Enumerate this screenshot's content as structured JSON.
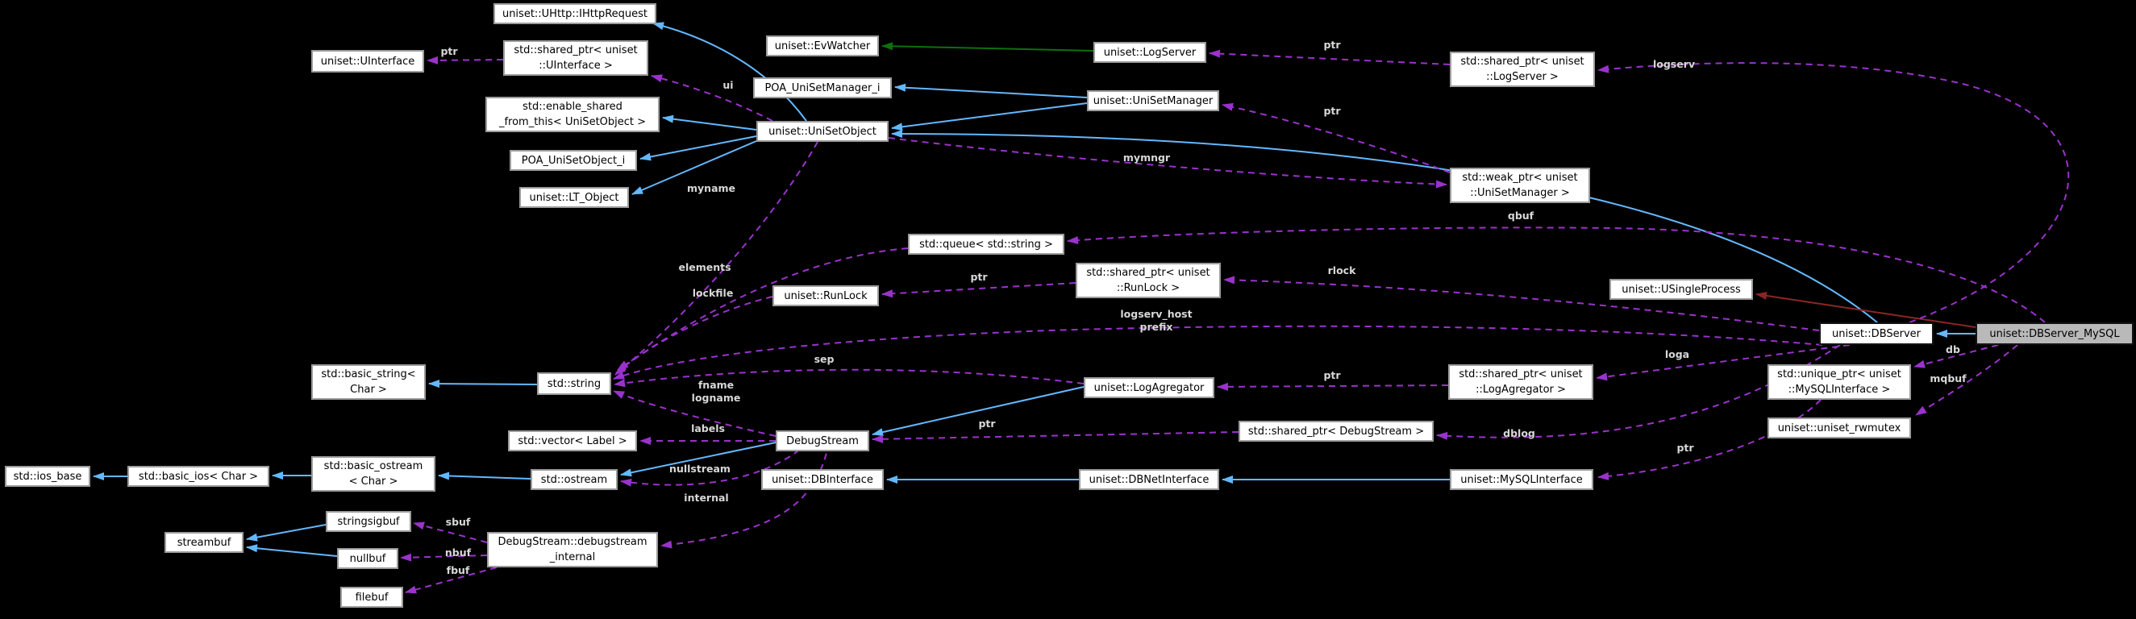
{
  "diagram": {
    "type": "collaboration-graph",
    "main_class": "uniset::DBServer_MySQL",
    "colors": {
      "background": "#000000",
      "node_fill": "#ffffff",
      "node_border": "#9c9c9c",
      "main_node_fill": "#b9b9b9",
      "inherit_public": "#63b8ff",
      "inherit_protected": "#0e700e",
      "inherit_private": "#8b2525",
      "usage_edge": "#9a32cd"
    },
    "nodes": {
      "http": {
        "label": "uniset::UHttp::IHttpRequest"
      },
      "uinterface": {
        "label": "uniset::UInterface"
      },
      "sp_uinterface": {
        "label": "std::shared_ptr< uniset\n::UInterface >"
      },
      "evwatcher": {
        "label": "uniset::EvWatcher"
      },
      "logserver": {
        "label": "uniset::LogServer"
      },
      "sp_logserver": {
        "label": "std::shared_ptr< uniset\n::LogServer >"
      },
      "poa_mgr": {
        "label": "POA_UniSetManager_i"
      },
      "usmanager": {
        "label": "uniset::UniSetManager"
      },
      "enable_shared": {
        "label": "std::enable_shared\n_from_this< UniSetObject >"
      },
      "usobject": {
        "label": "uniset::UniSetObject"
      },
      "poa_obj": {
        "label": "POA_UniSetObject_i"
      },
      "wp_usmanager": {
        "label": "std::weak_ptr< uniset\n::UniSetManager >"
      },
      "lt_object": {
        "label": "uniset::LT_Object"
      },
      "queue": {
        "label": "std::queue< std::string >"
      },
      "sp_runlock": {
        "label": "std::shared_ptr< uniset\n::RunLock >"
      },
      "usingleprocess": {
        "label": "uniset::USingleProcess"
      },
      "runlock": {
        "label": "uniset::RunLock"
      },
      "dbserver": {
        "label": "uniset::DBServer"
      },
      "dbserver_mysql": {
        "label": "uniset::DBServer_MySQL"
      },
      "basic_string": {
        "label": "std::basic_string<\nChar >"
      },
      "string": {
        "label": "std::string"
      },
      "logagregator": {
        "label": "uniset::LogAgregator"
      },
      "sp_logagregator": {
        "label": "std::shared_ptr< uniset\n::LogAgregator >"
      },
      "unique_ptr_mysql": {
        "label": "std::unique_ptr< uniset\n::MySQLInterface >"
      },
      "rwmutex": {
        "label": "uniset::uniset_rwmutex"
      },
      "vector_label": {
        "label": "std::vector< Label >"
      },
      "debugstream": {
        "label": "DebugStream"
      },
      "sp_debugstream": {
        "label": "std::shared_ptr< DebugStream >"
      },
      "ostream": {
        "label": "std::ostream"
      },
      "dbinterface": {
        "label": "uniset::DBInterface"
      },
      "dbnetinterface": {
        "label": "uniset::DBNetInterface"
      },
      "mysqlinterface": {
        "label": "uniset::MySQLInterface"
      },
      "basic_ostream": {
        "label": "std::basic_ostream\n< Char >"
      },
      "basic_ios": {
        "label": "std::basic_ios< Char >"
      },
      "ios_base": {
        "label": "std::ios_base"
      },
      "streambuf": {
        "label": "streambuf"
      },
      "stringsigbuf": {
        "label": "stringsigbuf"
      },
      "nullbuf": {
        "label": "nullbuf"
      },
      "filebuf": {
        "label": "filebuf"
      },
      "ds_internal": {
        "label": "DebugStream::debugstream\n_internal"
      }
    },
    "edge_labels": {
      "ptr_uinterface": {
        "text": "ptr"
      },
      "ui": {
        "text": "ui"
      },
      "ptr_logserver": {
        "text": "ptr"
      },
      "logserv": {
        "text": "logserv"
      },
      "ptr_usmanager": {
        "text": "ptr"
      },
      "mymngr": {
        "text": "mymngr"
      },
      "qbuf": {
        "text": "qbuf"
      },
      "myname": {
        "text": "myname"
      },
      "elements": {
        "text": "elements"
      },
      "lockfile": {
        "text": "lockfile"
      },
      "ptr_runlock": {
        "text": "ptr"
      },
      "rlock": {
        "text": "rlock"
      },
      "logserv_host": {
        "text": "logserv_host\nprefix"
      },
      "sep": {
        "text": "sep"
      },
      "fname": {
        "text": "fname\nlogname"
      },
      "labels": {
        "text": "labels"
      },
      "ptr_debugstream": {
        "text": "ptr"
      },
      "ptr_logagregator": {
        "text": "ptr"
      },
      "loga": {
        "text": "loga"
      },
      "dblog": {
        "text": "dblog"
      },
      "db": {
        "text": "db"
      },
      "mqbuf": {
        "text": "mqbuf"
      },
      "ptr_mysql": {
        "text": "ptr"
      },
      "nullstream": {
        "text": "nullstream"
      },
      "internal": {
        "text": "internal"
      },
      "sbuf": {
        "text": "sbuf"
      },
      "nbuf": {
        "text": "nbuf"
      },
      "fbuf": {
        "text": "fbuf"
      }
    },
    "edges": [
      {
        "from": "usobject",
        "to": "http",
        "relation": "public",
        "label": null
      },
      {
        "from": "usobject",
        "to": "enable_shared",
        "relation": "public",
        "label": null
      },
      {
        "from": "usobject",
        "to": "poa_obj",
        "relation": "public",
        "label": null
      },
      {
        "from": "usobject",
        "to": "lt_object",
        "relation": "public",
        "label": null
      },
      {
        "from": "usmanager",
        "to": "poa_mgr",
        "relation": "public",
        "label": null
      },
      {
        "from": "usmanager",
        "to": "usobject",
        "relation": "public",
        "label": null
      },
      {
        "from": "dbserver",
        "to": "usobject",
        "relation": "public",
        "label": null
      },
      {
        "from": "dbserver_mysql",
        "to": "dbserver",
        "relation": "public",
        "label": null
      },
      {
        "from": "string",
        "to": "basic_string",
        "relation": "public",
        "label": null
      },
      {
        "from": "logagregator",
        "to": "debugstream",
        "relation": "public",
        "label": null
      },
      {
        "from": "debugstream",
        "to": "ostream",
        "relation": "public",
        "label": null
      },
      {
        "from": "ostream",
        "to": "basic_ostream",
        "relation": "public",
        "label": null
      },
      {
        "from": "basic_ostream",
        "to": "basic_ios",
        "relation": "public",
        "label": null
      },
      {
        "from": "basic_ios",
        "to": "ios_base",
        "relation": "public",
        "label": null
      },
      {
        "from": "stringsigbuf",
        "to": "streambuf",
        "relation": "public",
        "label": null
      },
      {
        "from": "nullbuf",
        "to": "streambuf",
        "relation": "public",
        "label": null
      },
      {
        "from": "mysqlinterface",
        "to": "dbnetinterface",
        "relation": "public",
        "label": null
      },
      {
        "from": "dbnetinterface",
        "to": "dbinterface",
        "relation": "public",
        "label": null
      },
      {
        "from": "logserver",
        "to": "evwatcher",
        "relation": "protected",
        "label": null
      },
      {
        "from": "dbserver_mysql",
        "to": "usingleprocess",
        "relation": "private",
        "label": null
      },
      {
        "from": "sp_uinterface",
        "to": "uinterface",
        "relation": "usage",
        "label": "ptr_uinterface"
      },
      {
        "from": "usobject",
        "to": "sp_uinterface",
        "relation": "usage",
        "label": "ui"
      },
      {
        "from": "usobject",
        "to": "string",
        "relation": "usage",
        "label": "myname"
      },
      {
        "from": "usobject",
        "to": "wp_usmanager",
        "relation": "usage",
        "label": "mymngr"
      },
      {
        "from": "wp_usmanager",
        "to": "usmanager",
        "relation": "usage",
        "label": "ptr_usmanager"
      },
      {
        "from": "sp_logserver",
        "to": "logserver",
        "relation": "usage",
        "label": "ptr_logserver"
      },
      {
        "from": "dbserver",
        "to": "sp_logserver",
        "relation": "usage",
        "label": "logserv"
      },
      {
        "from": "queue",
        "to": "string",
        "relation": "usage",
        "label": "elements"
      },
      {
        "from": "dbserver_mysql",
        "to": "queue",
        "relation": "usage",
        "label": "qbuf"
      },
      {
        "from": "dbserver",
        "to": "sp_runlock",
        "relation": "usage",
        "label": "rlock"
      },
      {
        "from": "sp_runlock",
        "to": "runlock",
        "relation": "usage",
        "label": "ptr_runlock"
      },
      {
        "from": "runlock",
        "to": "string",
        "relation": "usage",
        "label": "lockfile"
      },
      {
        "from": "dbserver",
        "to": "string",
        "relation": "usage",
        "label": "logserv_host"
      },
      {
        "from": "logagregator",
        "to": "string",
        "relation": "usage",
        "label": "sep"
      },
      {
        "from": "debugstream",
        "to": "string",
        "relation": "usage",
        "label": "fname"
      },
      {
        "from": "debugstream",
        "to": "vector_label",
        "relation": "usage",
        "label": "labels"
      },
      {
        "from": "sp_debugstream",
        "to": "debugstream",
        "relation": "usage",
        "label": "ptr_debugstream"
      },
      {
        "from": "dbserver",
        "to": "sp_debugstream",
        "relation": "usage",
        "label": "dblog"
      },
      {
        "from": "dbserver",
        "to": "sp_logagregator",
        "relation": "usage",
        "label": "loga"
      },
      {
        "from": "sp_logagregator",
        "to": "logagregator",
        "relation": "usage",
        "label": "ptr_logagregator"
      },
      {
        "from": "dbserver_mysql",
        "to": "unique_ptr_mysql",
        "relation": "usage",
        "label": "db"
      },
      {
        "from": "dbserver_mysql",
        "to": "rwmutex",
        "relation": "usage",
        "label": "mqbuf"
      },
      {
        "from": "unique_ptr_mysql",
        "to": "mysqlinterface",
        "relation": "usage",
        "label": "ptr_mysql"
      },
      {
        "from": "debugstream",
        "to": "ostream",
        "relation": "usage",
        "label": "nullstream"
      },
      {
        "from": "debugstream",
        "to": "ds_internal",
        "relation": "usage",
        "label": "internal"
      },
      {
        "from": "ds_internal",
        "to": "stringsigbuf",
        "relation": "usage",
        "label": "sbuf"
      },
      {
        "from": "ds_internal",
        "to": "nullbuf",
        "relation": "usage",
        "label": "nbuf"
      },
      {
        "from": "ds_internal",
        "to": "filebuf",
        "relation": "usage",
        "label": "fbuf"
      }
    ]
  }
}
